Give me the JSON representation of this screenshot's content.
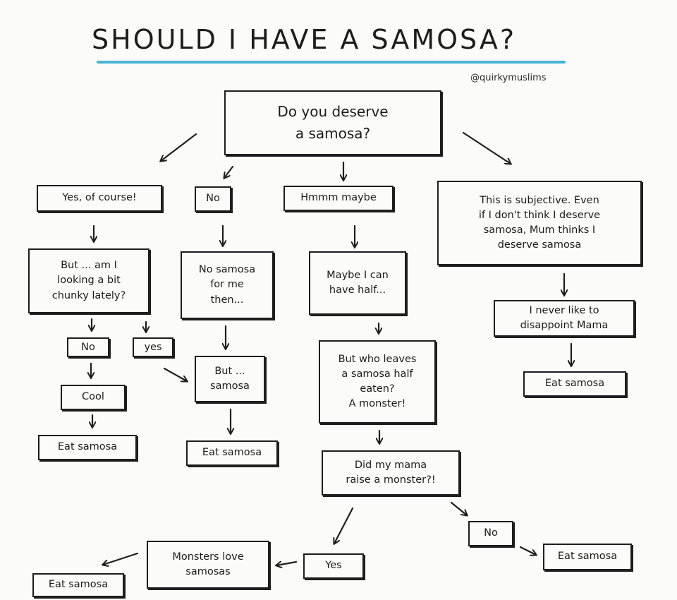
{
  "title": "SHOULD I HAVE A SAMOSA?",
  "handle": "@quirkymuslims",
  "nodes": {
    "start": "Do you deserve\na samosa?",
    "yes_of_course": "Yes, of course!",
    "no": "No",
    "hmmm_maybe": "Hmmm maybe",
    "subjective": "This is subjective. Even\nif I don't think I deserve\nsamosa, Mum thinks I\ndeserve samosa",
    "chunky": "But ... am I\nlooking a bit\nchunky lately?",
    "no_samosa": "No samosa\nfor me\nthen...",
    "maybe_half": "Maybe I can\nhave half...",
    "never_disappoint": "I never like to\ndisappoint Mama",
    "chunky_no": "No",
    "chunky_yes": "yes",
    "but_samosa": "But ...\nsamosa",
    "who_leaves": "But who leaves\na samosa half\neaten?\nA monster!",
    "eat_samosa_right": "Eat samosa",
    "cool": "Cool",
    "eat_samosa_left": "Eat samosa",
    "eat_samosa_mid": "Eat samosa",
    "did_mama": "Did my mama\nraise a monster?!",
    "mama_no": "No",
    "eat_samosa_monster_no": "Eat samosa",
    "monsters_love": "Monsters love\nsamosas",
    "mama_yes": "Yes",
    "eat_samosa_bottom": "Eat samosa"
  }
}
